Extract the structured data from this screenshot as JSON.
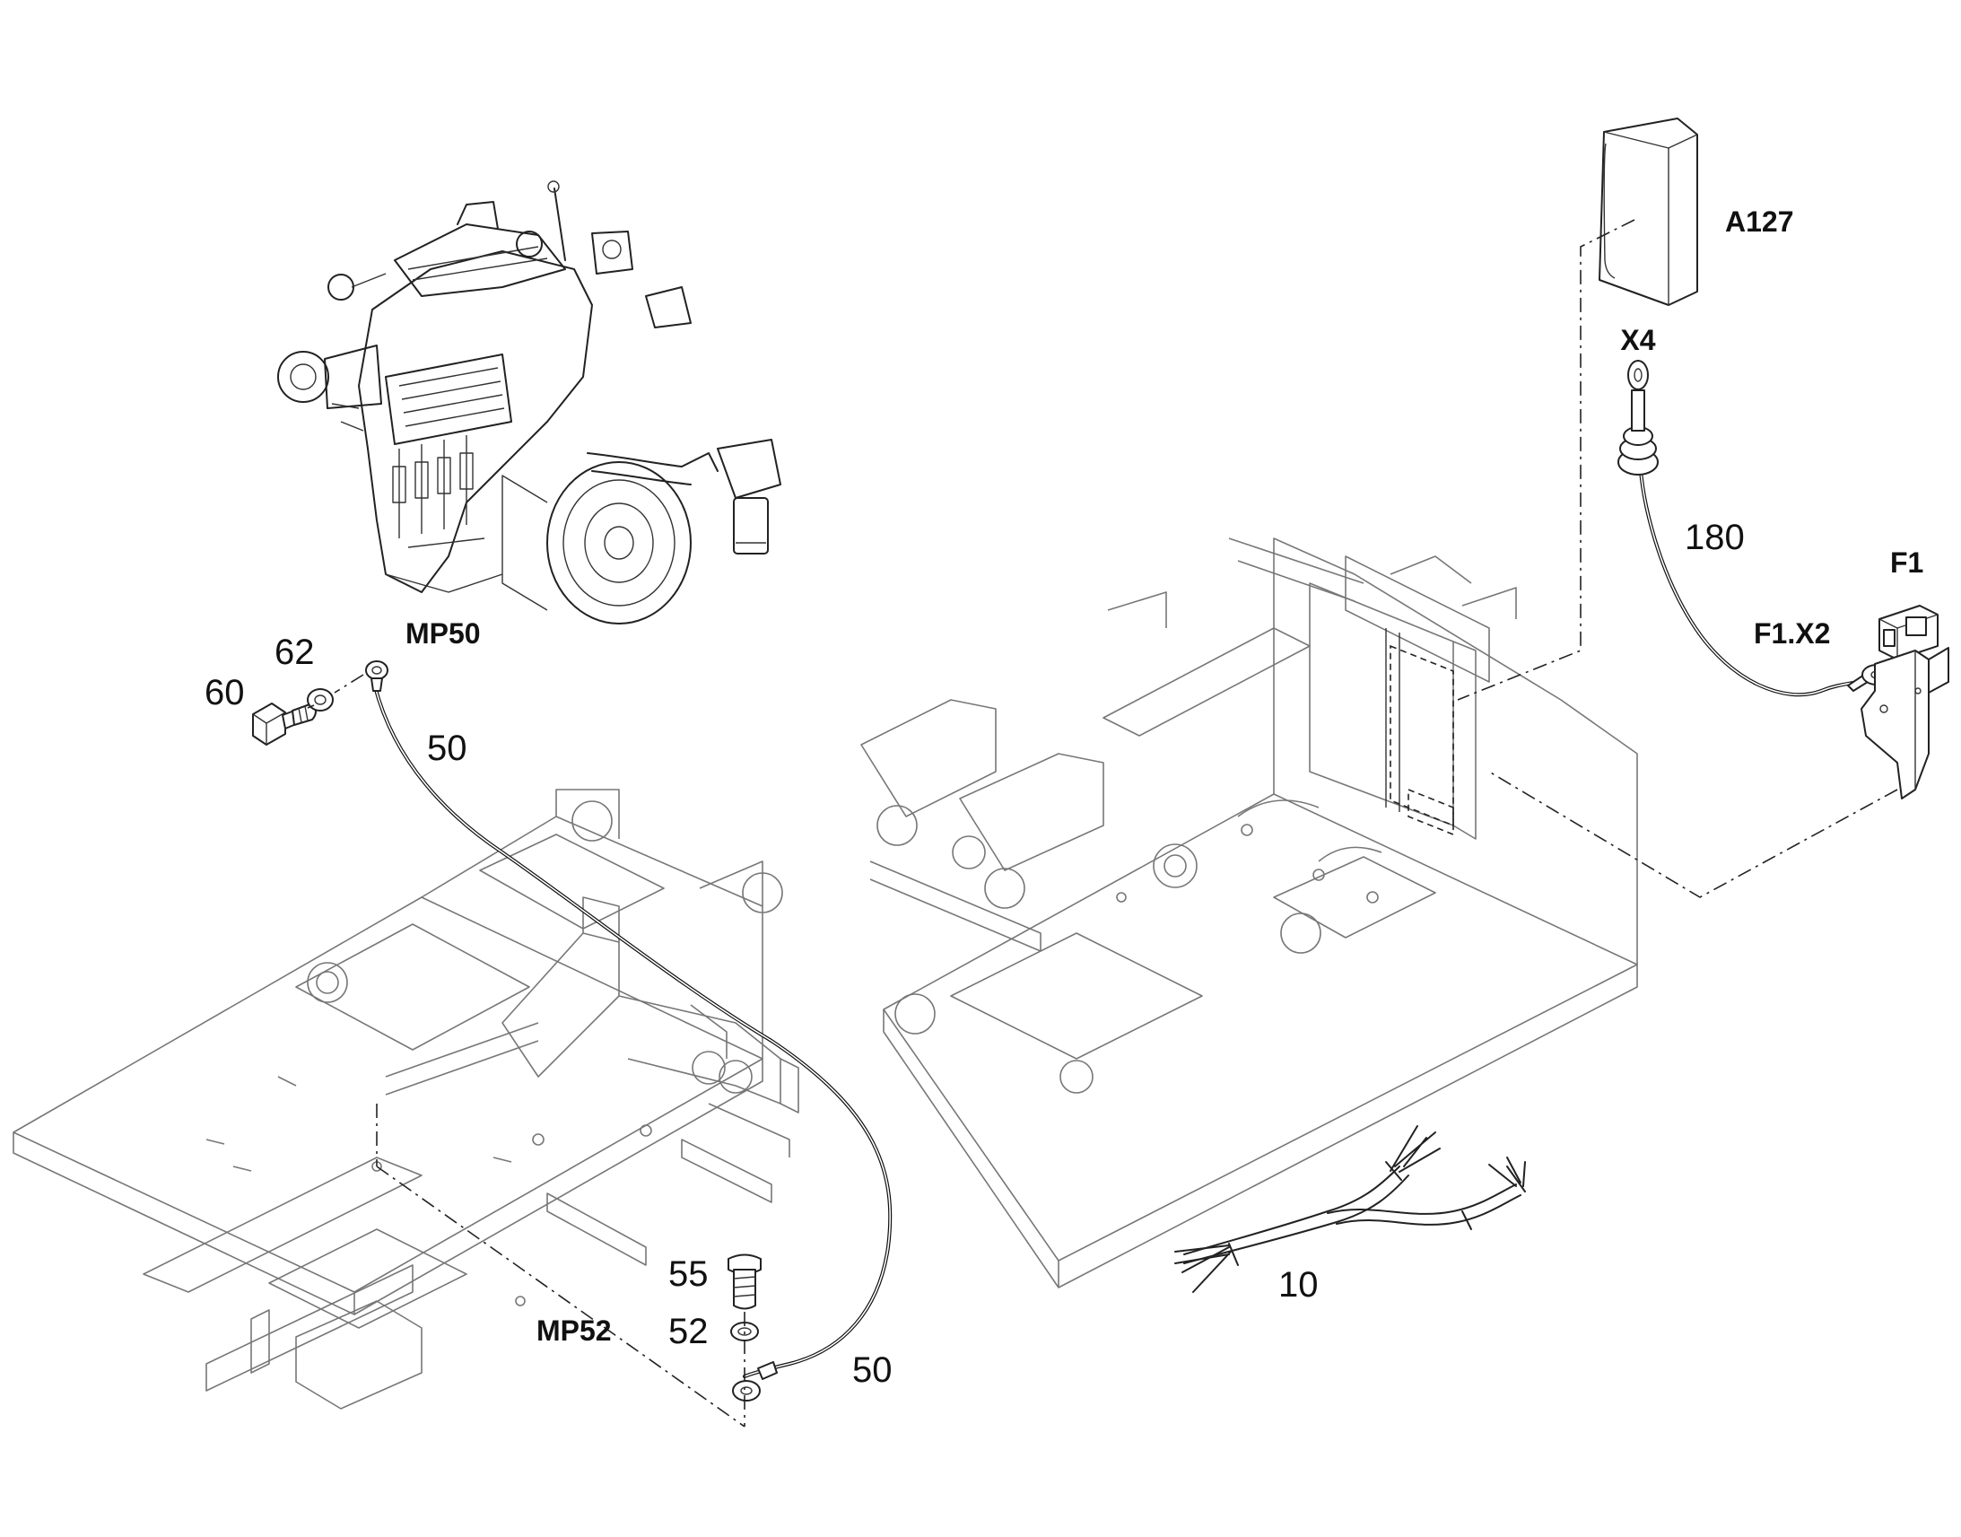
{
  "labels": {
    "a127": "A127",
    "x4": "X4",
    "n180": "180",
    "f1": "F1",
    "f1x2": "F1.X2",
    "mp50": "MP50",
    "n62": "62",
    "n60": "60",
    "n50_top": "50",
    "n55": "55",
    "n52": "52",
    "mp52": "MP52",
    "n50_bottom": "50",
    "n10": "10"
  }
}
